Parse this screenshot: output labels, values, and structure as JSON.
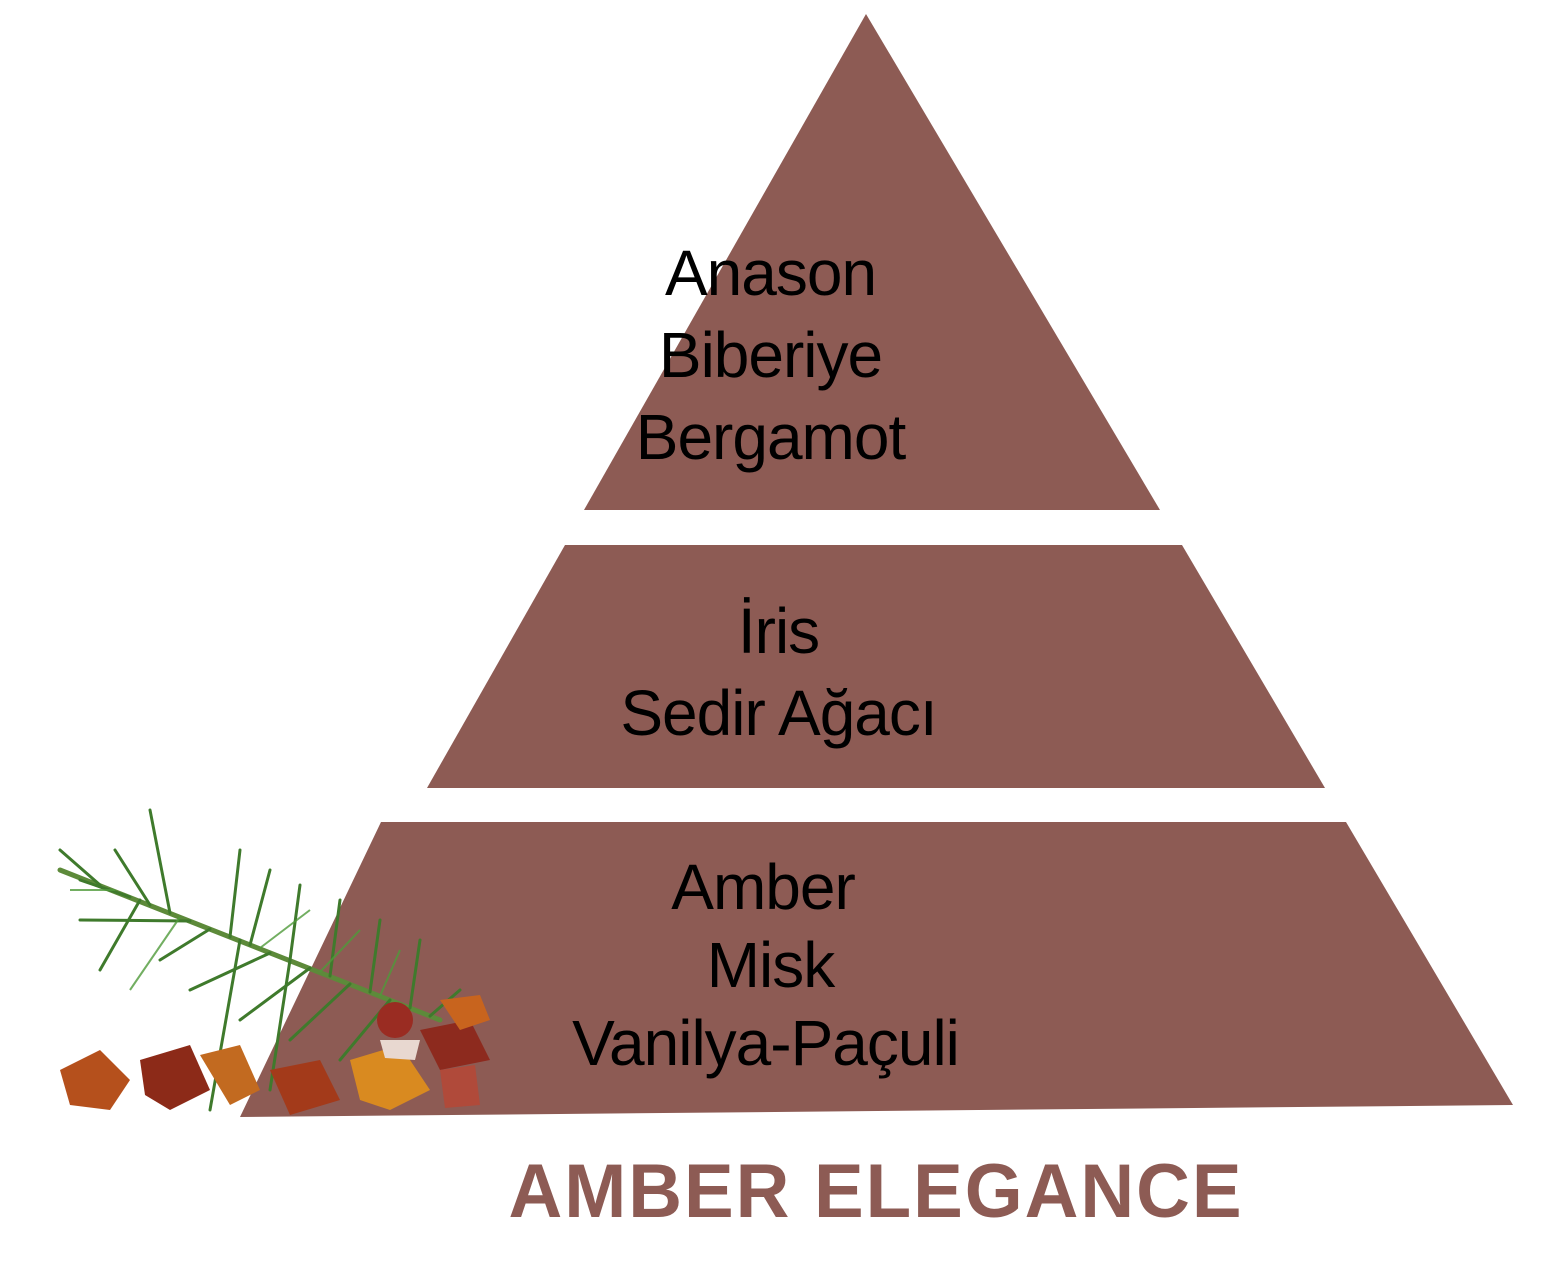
{
  "diagram": {
    "type": "fragrance-note-pyramid",
    "tier_color": "#8d5b54",
    "text_color": "#000000",
    "tiers": [
      {
        "level": "top",
        "notes": [
          "Anason",
          "Biberiye",
          "Bergamot"
        ]
      },
      {
        "level": "middle",
        "notes": [
          "İris",
          "Sedir Ağacı"
        ]
      },
      {
        "level": "base",
        "notes": [
          "Amber",
          "Misk",
          "Vanilya-Paçuli"
        ]
      }
    ],
    "decoration": {
      "icon": "rosemary-sprig-with-amber-stones-icon"
    }
  },
  "title": {
    "text": "AMBER ELEGANCE",
    "color": "#8d5b54"
  }
}
